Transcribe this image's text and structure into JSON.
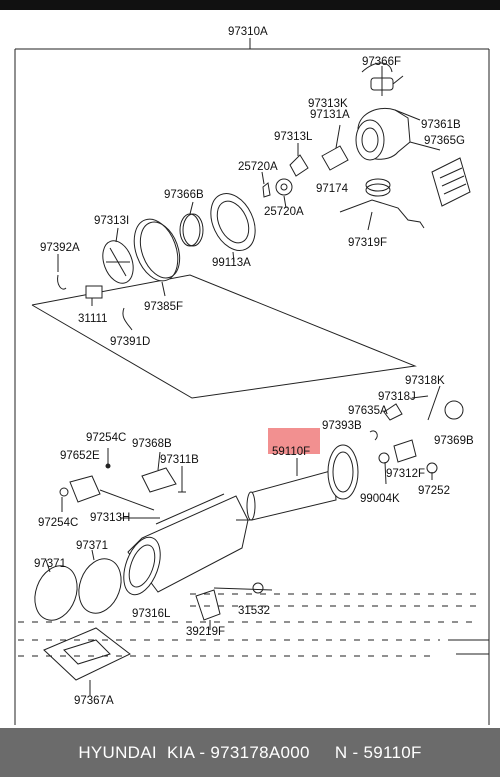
{
  "labels": {
    "title": "97310A",
    "p97366F": "97366F",
    "p97313K": "97313K",
    "p97131A": "97131A",
    "p97361B": "97361B",
    "p97313L": "97313L",
    "p97365G": "97365G",
    "p25720A_1": "25720A",
    "p97174": "97174",
    "p25720A_2": "25720A",
    "p97366B": "97366B",
    "p97313I": "97313I",
    "p97392A": "97392A",
    "p99113A": "99113A",
    "p97319F": "97319F",
    "p97385F": "97385F",
    "p31111": "31111",
    "p97391D": "97391D",
    "p97318K": "97318K",
    "p97318J": "97318J",
    "p97635A": "97635A",
    "p97393B": "97393B",
    "p97369B": "97369B",
    "p97254C_1": "97254C",
    "p59110F": "59110F",
    "p97368B": "97368B",
    "p97311B": "97311B",
    "p97652E": "97652E",
    "p97312F": "97312F",
    "p97252": "97252",
    "p99004K": "99004K",
    "p97254C_2": "97254C",
    "p97313H": "97313H",
    "p97371_1": "97371",
    "p97371_2": "97371",
    "p97316L": "97316L",
    "p31532": "31532",
    "p39219F": "39219F",
    "p97367A": "97367A"
  },
  "footer": {
    "text": "HYUNDAI  KIA - 973178A000     N - 59110F"
  },
  "colors": {
    "highlight": "#f07c7c",
    "footer_bg": "#6b6b6b",
    "line": "#222222"
  }
}
